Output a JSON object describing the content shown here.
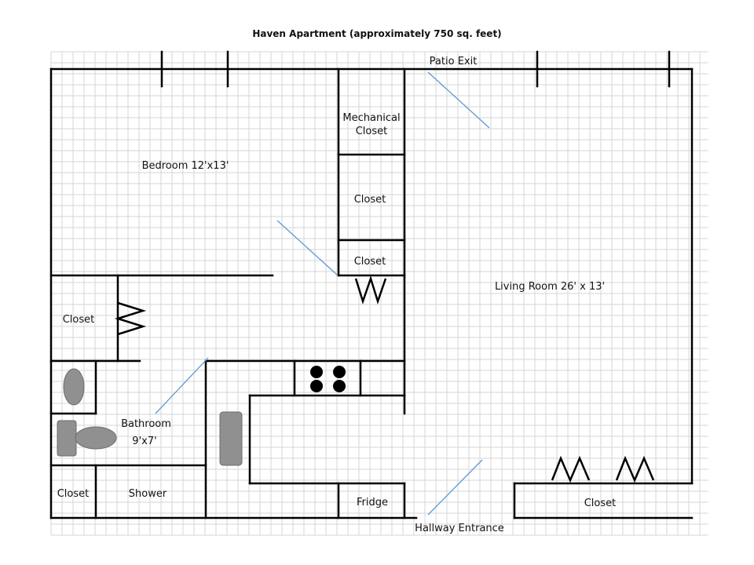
{
  "title": "Haven Apartment (approximately 750 sq. feet)",
  "rooms": {
    "bedroom": "Bedroom 12'x13'",
    "living_room": "Living Room 26' x  13'",
    "mechanical_closet_line1": "Mechanical",
    "mechanical_closet_line2": "Closet",
    "closet_mid": "Closet",
    "closet_small": "Closet",
    "closet_bedroom": "Closet",
    "closet_bath": "Closet",
    "closet_living": "Closet",
    "bathroom_line1": "Bathroom",
    "bathroom_line2": "9'x7'",
    "shower": "Shower",
    "fridge": "Fridge"
  },
  "exits": {
    "patio": "Patio Exit",
    "hallway": "Hallway Entrance"
  },
  "colors": {
    "walls": "#000000",
    "doors": "#5b9bd5",
    "grid": "#d6d6d6",
    "fixtures": "#909090"
  }
}
